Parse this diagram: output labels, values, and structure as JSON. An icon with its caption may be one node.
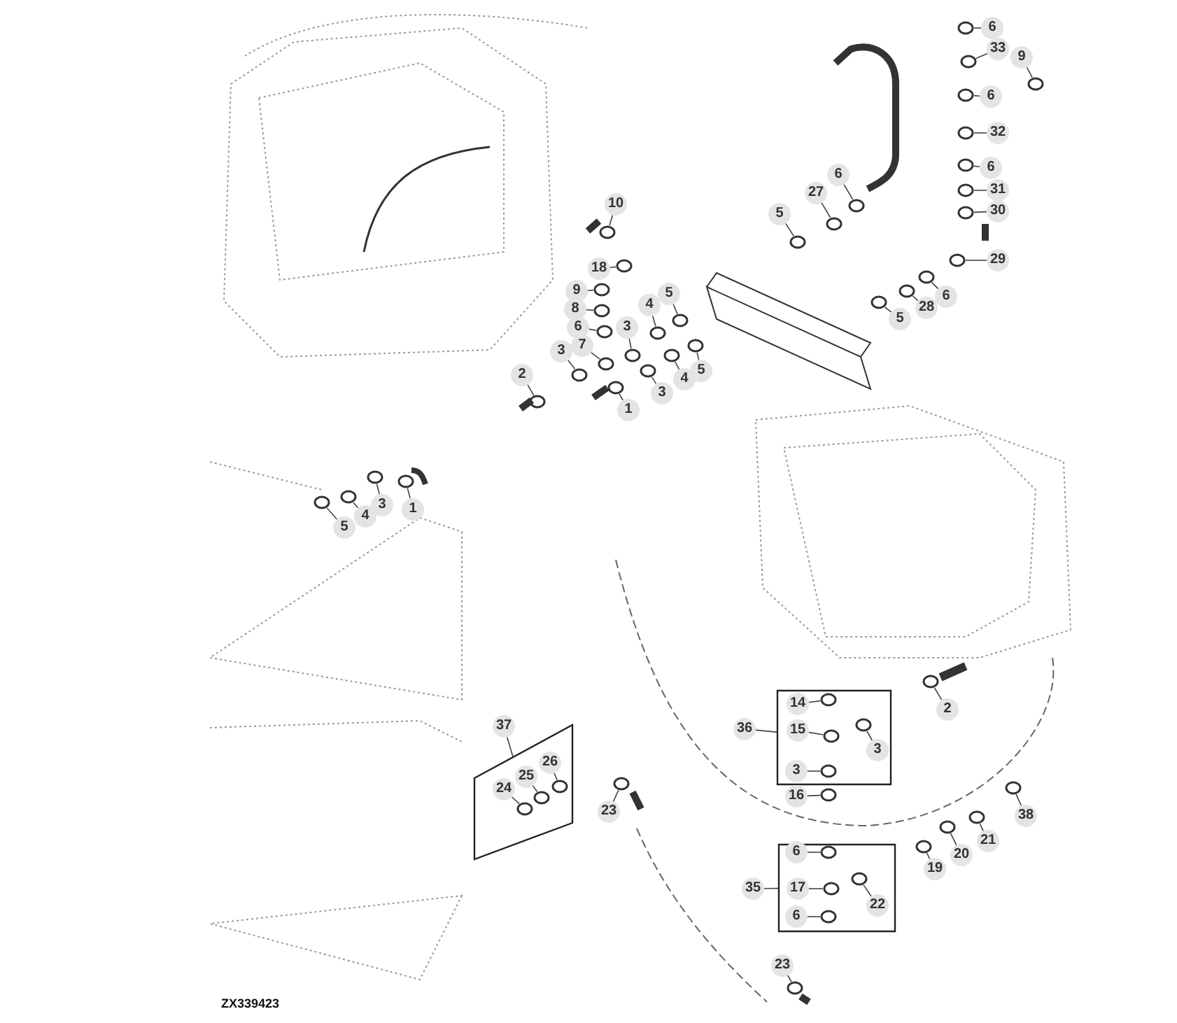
{
  "diagram": {
    "nodes": [
      {
        "text": [
          "10"
        ]
      },
      {
        "text": [
          "18"
        ]
      },
      {
        "text": [
          "9"
        ]
      },
      {
        "text": [
          "8"
        ]
      },
      {
        "text": [
          "6"
        ]
      },
      {
        "text": [
          "7"
        ]
      },
      {
        "text": [
          "3"
        ]
      },
      {
        "text": [
          "4"
        ]
      },
      {
        "text": [
          "5"
        ]
      },
      {
        "text": [
          "3"
        ]
      },
      {
        "text": [
          "2"
        ]
      },
      {
        "text": [
          "1"
        ]
      },
      {
        "text": [
          "3"
        ]
      },
      {
        "text": [
          "4"
        ]
      },
      {
        "text": [
          "5"
        ]
      },
      {
        "text": [
          "6"
        ]
      },
      {
        "text": [
          "33"
        ]
      },
      {
        "text": [
          "9"
        ]
      },
      {
        "text": [
          "6"
        ]
      },
      {
        "text": [
          "32"
        ]
      },
      {
        "text": [
          "6"
        ]
      },
      {
        "text": [
          "31"
        ]
      },
      {
        "text": [
          "30"
        ]
      },
      {
        "text": [
          "29"
        ]
      },
      {
        "text": [
          "27"
        ]
      },
      {
        "text": [
          "6"
        ]
      },
      {
        "text": [
          "5"
        ]
      },
      {
        "text": [
          "6"
        ]
      },
      {
        "text": [
          "28"
        ]
      },
      {
        "text": [
          "5"
        ]
      },
      {
        "text": [
          "1"
        ]
      },
      {
        "text": [
          "3"
        ]
      },
      {
        "text": [
          "4"
        ]
      },
      {
        "text": [
          "5"
        ]
      },
      {
        "text": [
          "37"
        ]
      },
      {
        "text": [],
        "shape": "box"
      },
      {
        "text": [
          "24"
        ],
        "in": 35
      },
      {
        "text": [
          "25"
        ],
        "in": 35
      },
      {
        "text": [
          "26"
        ],
        "in": 35
      },
      {
        "text": [
          "23"
        ]
      },
      {
        "text": [
          "36"
        ]
      },
      {
        "text": [],
        "shape": "box"
      },
      {
        "text": [
          "14"
        ],
        "in": 41
      },
      {
        "text": [
          "15"
        ],
        "in": 41
      },
      {
        "text": [
          "3"
        ],
        "in": 41
      },
      {
        "text": [
          "3"
        ],
        "in": 41
      },
      {
        "text": [
          "2"
        ]
      },
      {
        "text": [
          "16"
        ]
      },
      {
        "text": [
          "38"
        ]
      },
      {
        "text": [
          "21"
        ]
      },
      {
        "text": [
          "20"
        ]
      },
      {
        "text": [
          "19"
        ]
      },
      {
        "text": [
          "35"
        ]
      },
      {
        "text": [],
        "shape": "box"
      },
      {
        "text": [
          "6"
        ],
        "in": 53
      },
      {
        "text": [
          "17"
        ],
        "in": 53
      },
      {
        "text": [
          "22"
        ],
        "in": 53
      },
      {
        "text": [
          "6"
        ],
        "in": 53
      },
      {
        "text": [
          "23"
        ]
      },
      {
        "text": [],
        "shape": "circle"
      },
      {
        "text": [],
        "shape": "circle"
      },
      {
        "text": [],
        "shape": "circle"
      },
      {
        "text": [],
        "shape": "circle"
      },
      {
        "text": [],
        "shape": "circle"
      },
      {
        "text": [],
        "shape": "circle"
      },
      {
        "text": [],
        "shape": "circle"
      },
      {
        "text": [],
        "shape": "circle"
      },
      {
        "text": [],
        "shape": "circle"
      },
      {
        "text": [],
        "shape": "circle"
      },
      {
        "text": [],
        "shape": "circle"
      },
      {
        "text": [],
        "shape": "circle"
      },
      {
        "text": [],
        "shape": "circle"
      },
      {
        "text": [],
        "shape": "circle"
      },
      {
        "text": [],
        "shape": "circle"
      },
      {
        "text": [],
        "shape": "circle"
      },
      {
        "text": [],
        "shape": "circle"
      },
      {
        "text": [],
        "shape": "circle"
      },
      {
        "text": [],
        "shape": "circle"
      },
      {
        "text": [],
        "shape": "circle"
      },
      {
        "text": [],
        "shape": "circle"
      },
      {
        "text": [],
        "shape": "circle"
      },
      {
        "text": [],
        "shape": "circle"
      },
      {
        "text": [],
        "shape": "circle"
      },
      {
        "text": [],
        "shape": "circle"
      },
      {
        "text": [],
        "shape": "circle"
      },
      {
        "text": [],
        "shape": "circle"
      },
      {
        "text": [],
        "shape": "circle"
      },
      {
        "text": [],
        "shape": "circle"
      },
      {
        "text": [],
        "shape": "circle"
      },
      {
        "text": [],
        "shape": "circle"
      },
      {
        "text": [],
        "shape": "circle"
      },
      {
        "text": [],
        "shape": "circle"
      },
      {
        "text": [],
        "shape": "circle"
      },
      {
        "text": [],
        "shape": "circle",
        "in": 35
      },
      {
        "text": [],
        "shape": "circle",
        "in": 35
      },
      {
        "text": [],
        "shape": "circle",
        "in": 35
      },
      {
        "text": [],
        "shape": "circle"
      },
      {
        "text": [],
        "shape": "circle",
        "in": 41
      },
      {
        "text": [],
        "shape": "circle",
        "in": 41
      },
      {
        "text": [],
        "shape": "circle",
        "in": 41
      },
      {
        "text": [],
        "shape": "circle",
        "in": 41
      },
      {
        "text": [],
        "shape": "circle"
      },
      {
        "text": [],
        "shape": "circle"
      },
      {
        "text": [],
        "shape": "circle"
      },
      {
        "text": [],
        "shape": "circle"
      },
      {
        "text": [],
        "shape": "circle"
      },
      {
        "text": [],
        "shape": "circle"
      },
      {
        "text": [],
        "shape": "circle",
        "in": 53
      },
      {
        "text": [],
        "shape": "circle",
        "in": 53
      },
      {
        "text": [],
        "shape": "circle",
        "in": 53
      },
      {
        "text": [],
        "shape": "circle",
        "in": 53
      },
      {
        "text": [],
        "shape": "circle"
      }
    ],
    "edges": [
      {
        "from": 0,
        "to": 59,
        "arrow": "none"
      },
      {
        "from": 1,
        "to": 60,
        "arrow": "none"
      },
      {
        "from": 2,
        "to": 61,
        "arrow": "none"
      },
      {
        "from": 3,
        "to": 62,
        "arrow": "none"
      },
      {
        "from": 4,
        "to": 63,
        "arrow": "none"
      },
      {
        "from": 5,
        "to": 64,
        "arrow": "none"
      },
      {
        "from": 6,
        "to": 65,
        "arrow": "none"
      },
      {
        "from": 7,
        "to": 66,
        "arrow": "none"
      },
      {
        "from": 8,
        "to": 67,
        "arrow": "none"
      },
      {
        "from": 9,
        "to": 68,
        "arrow": "none"
      },
      {
        "from": 10,
        "to": 69,
        "arrow": "none"
      },
      {
        "from": 11,
        "to": 70,
        "arrow": "none"
      },
      {
        "from": 12,
        "to": 71,
        "arrow": "none"
      },
      {
        "from": 13,
        "to": 72,
        "arrow": "none"
      },
      {
        "from": 14,
        "to": 73,
        "arrow": "none"
      },
      {
        "from": 15,
        "to": 74,
        "arrow": "none"
      },
      {
        "from": 16,
        "to": 75,
        "arrow": "none"
      },
      {
        "from": 17,
        "to": 76,
        "arrow": "none"
      },
      {
        "from": 18,
        "to": 77,
        "arrow": "none"
      },
      {
        "from": 19,
        "to": 78,
        "arrow": "none"
      },
      {
        "from": 20,
        "to": 79,
        "arrow": "none"
      },
      {
        "from": 21,
        "to": 80,
        "arrow": "none"
      },
      {
        "from": 22,
        "to": 81,
        "arrow": "none"
      },
      {
        "from": 23,
        "to": 82,
        "arrow": "none"
      },
      {
        "from": 24,
        "to": 83,
        "arrow": "none"
      },
      {
        "from": 25,
        "to": 84,
        "arrow": "none"
      },
      {
        "from": 26,
        "to": 85,
        "arrow": "none"
      },
      {
        "from": 27,
        "to": 86,
        "arrow": "none"
      },
      {
        "from": 28,
        "to": 87,
        "arrow": "none"
      },
      {
        "from": 29,
        "to": 88,
        "arrow": "none"
      },
      {
        "from": 30,
        "to": 89,
        "arrow": "none"
      },
      {
        "from": 31,
        "to": 90,
        "arrow": "none"
      },
      {
        "from": 32,
        "to": 91,
        "arrow": "none"
      },
      {
        "from": 33,
        "to": 92,
        "arrow": "none"
      },
      {
        "from": 34,
        "to": 35,
        "arrow": "none"
      },
      {
        "from": 36,
        "to": 93,
        "arrow": "none"
      },
      {
        "from": 37,
        "to": 94,
        "arrow": "none"
      },
      {
        "from": 38,
        "to": 95,
        "arrow": "none"
      },
      {
        "from": 39,
        "to": 96,
        "arrow": "none"
      },
      {
        "from": 40,
        "to": 41,
        "arrow": "none"
      },
      {
        "from": 42,
        "to": 97,
        "arrow": "none"
      },
      {
        "from": 43,
        "to": 98,
        "arrow": "none"
      },
      {
        "from": 44,
        "to": 99,
        "arrow": "none"
      },
      {
        "from": 45,
        "to": 100,
        "arrow": "none"
      },
      {
        "from": 46,
        "to": 101,
        "arrow": "none"
      },
      {
        "from": 47,
        "to": 102,
        "arrow": "none"
      },
      {
        "from": 48,
        "to": 103,
        "arrow": "none"
      },
      {
        "from": 49,
        "to": 104,
        "arrow": "none"
      },
      {
        "from": 50,
        "to": 105,
        "arrow": "none"
      },
      {
        "from": 51,
        "to": 106,
        "arrow": "none"
      },
      {
        "from": 52,
        "to": 53,
        "arrow": "none"
      },
      {
        "from": 54,
        "to": 107,
        "arrow": "none"
      },
      {
        "from": 55,
        "to": 108,
        "arrow": "none"
      },
      {
        "from": 56,
        "to": 109,
        "arrow": "none"
      },
      {
        "from": 57,
        "to": 110,
        "arrow": "none"
      },
      {
        "from": 58,
        "to": 111,
        "arrow": "none"
      }
    ],
    "labels": [
      "ZX339423"
    ]
  }
}
